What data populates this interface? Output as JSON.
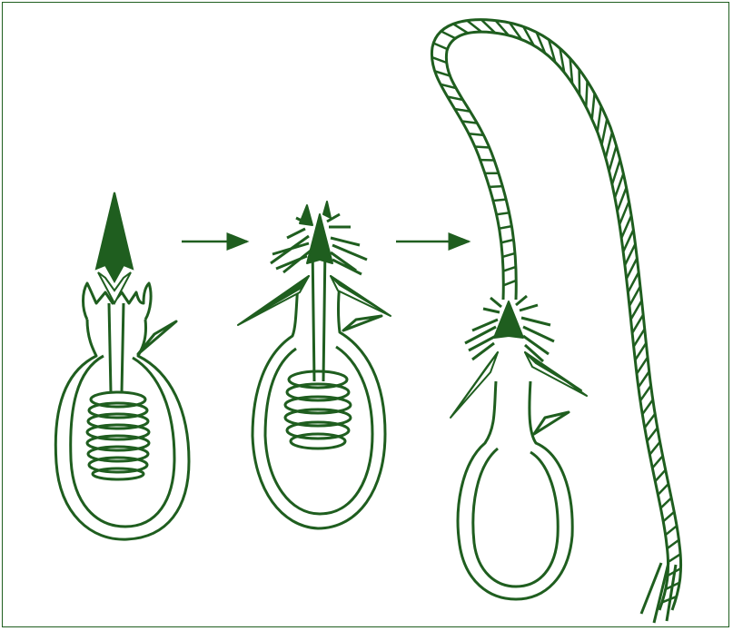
{
  "figure": {
    "stages": [
      "undischarged",
      "everting",
      "discharged"
    ],
    "colors": {
      "ink": "#1f5e1f",
      "background": "#ffffff"
    }
  }
}
